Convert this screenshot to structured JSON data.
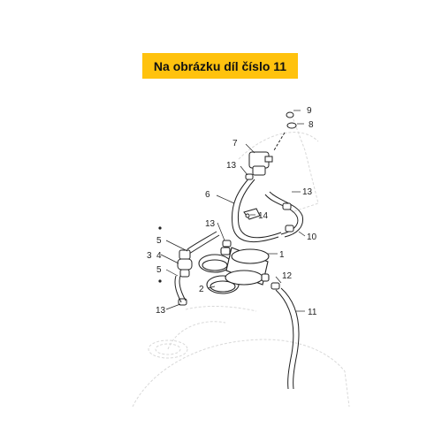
{
  "banner": {
    "text": "Na obrázku díl číslo 11",
    "color": "#ffc20e"
  },
  "callouts": {
    "c1": "1",
    "c2": "2",
    "c3": "3",
    "c4": "4",
    "c5a": "5",
    "c5b": "5",
    "c6": "6",
    "c7": "7",
    "c8": "8",
    "c9": "9",
    "c10": "10",
    "c11": "11",
    "c12": "12",
    "c13a": "13",
    "c13b": "13",
    "c13c": "13",
    "c13d": "13",
    "c14": "14"
  },
  "colors": {
    "line": "#222222",
    "ghost": "#d8d8d8"
  }
}
